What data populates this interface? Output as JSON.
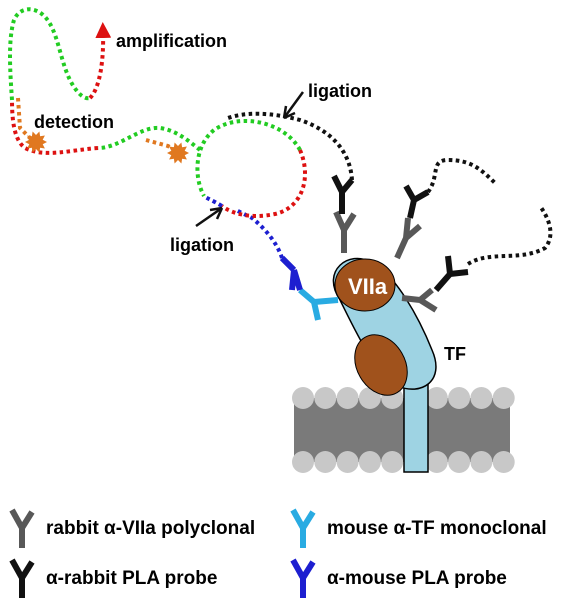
{
  "labels": {
    "amplification": "amplification",
    "detection": "detection",
    "ligation_top": "ligation",
    "ligation_bottom": "ligation",
    "viia": "VIIa",
    "tf": "TF"
  },
  "legend": [
    {
      "label": "rabbit α-VIIa polyclonal",
      "color": "#585858"
    },
    {
      "label": "mouse α-TF monoclonal",
      "color": "#29abe2"
    },
    {
      "label": "α-rabbit PLA probe",
      "color": "#111111"
    },
    {
      "label": "α-mouse PLA probe",
      "color": "#1d1fd0"
    }
  ],
  "colors": {
    "green": "#22cc22",
    "red": "#dd1111",
    "orange": "#e07820",
    "blue": "#1d1fd0",
    "black": "#111111",
    "viia": "#a0521c",
    "tf": "#9ed3e3",
    "membrane": "#7a7a7a",
    "lipid_head": "#c8c8c8"
  }
}
